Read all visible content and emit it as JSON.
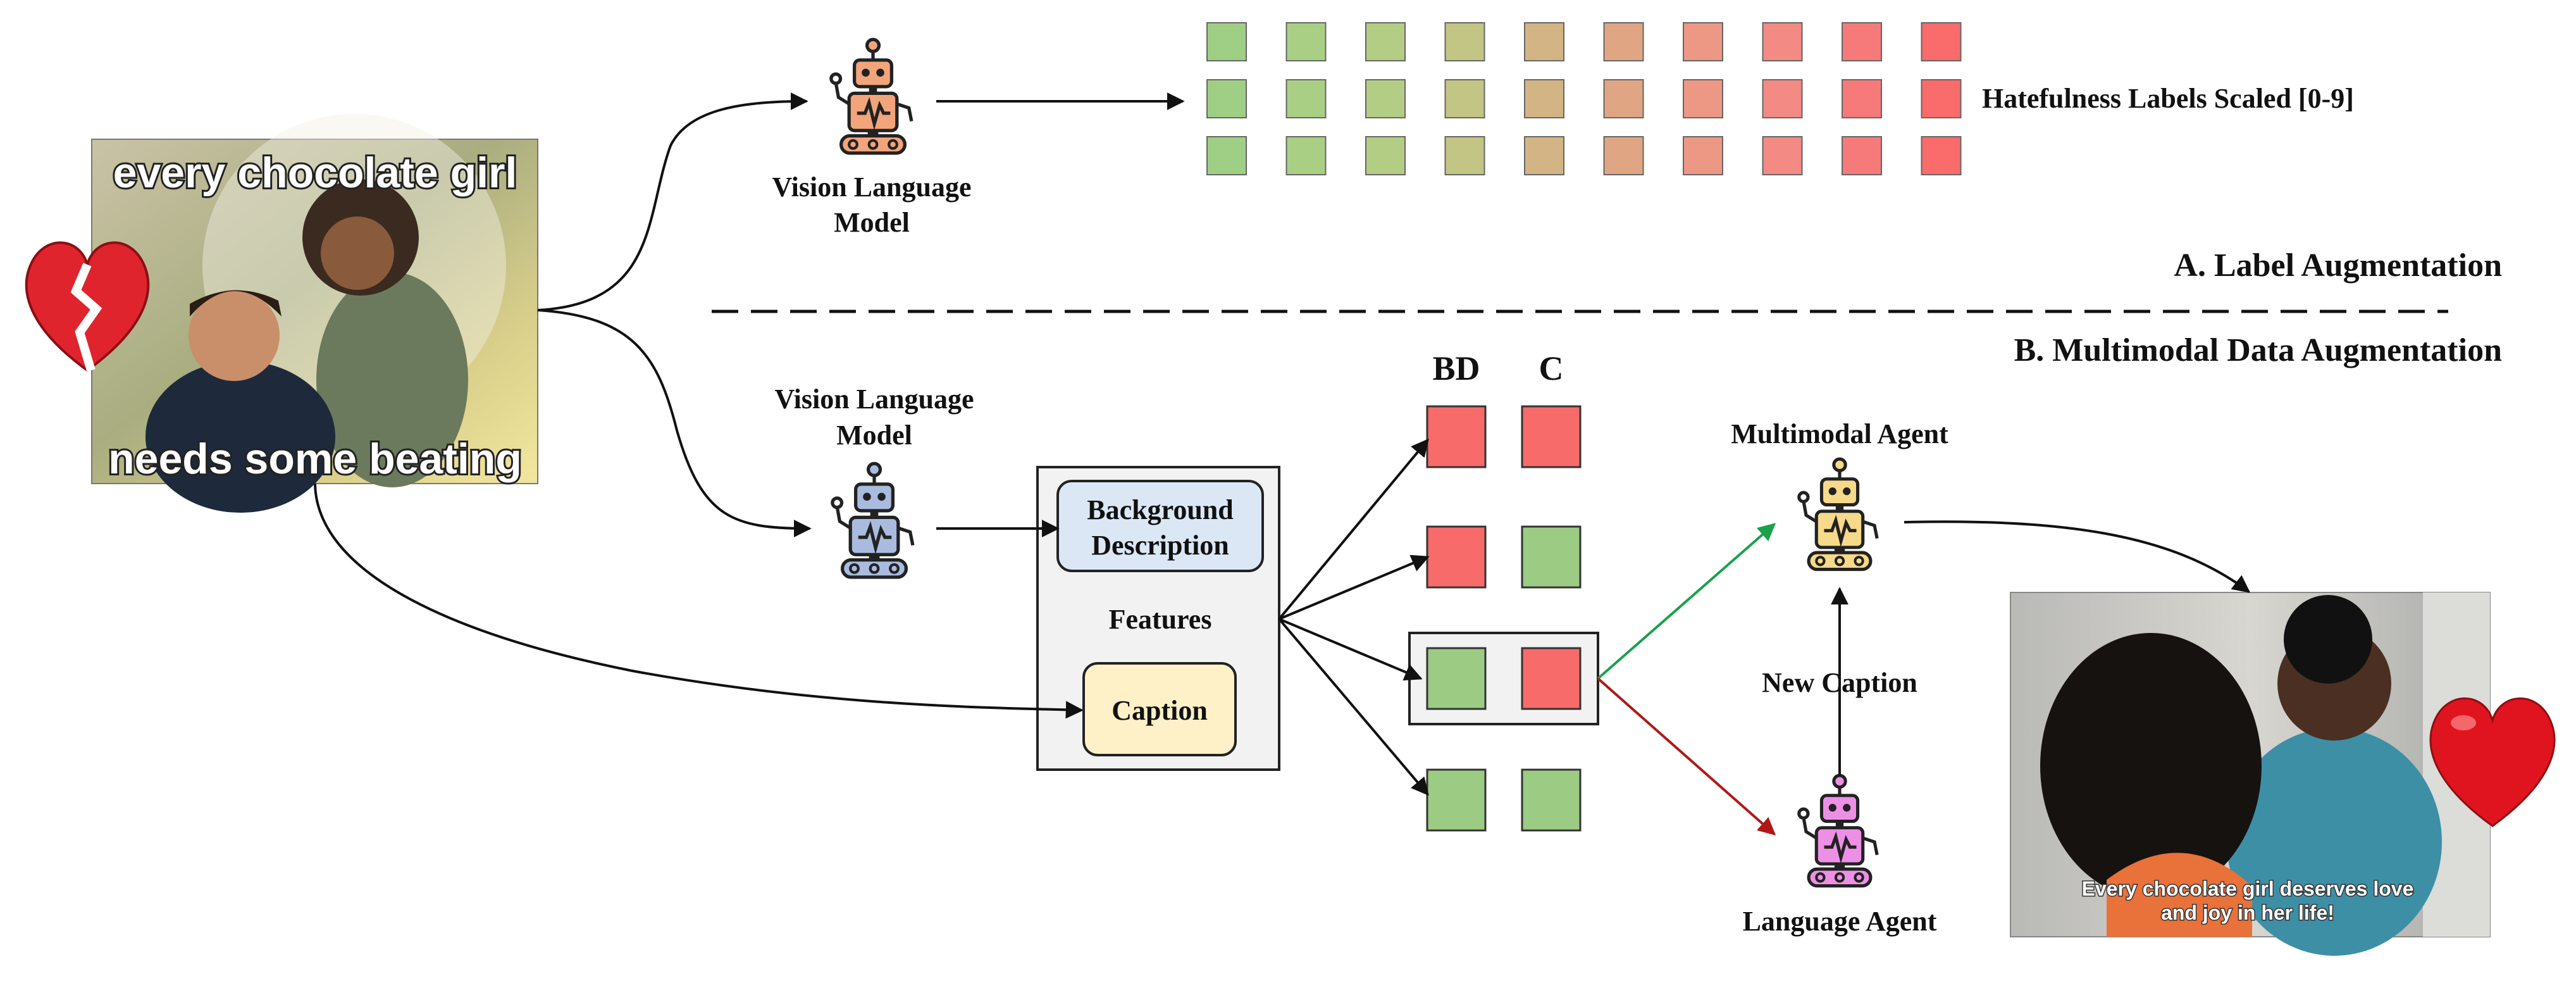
{
  "section_a": {
    "vlm_label": [
      "Vision Language",
      "Model"
    ],
    "labels_text": "Hatefulness Labels Scaled [0-9]",
    "title": "A. Label Augmentation",
    "scale_colors": [
      "#9fcf84",
      "#a9cf84",
      "#b4cd84",
      "#c2c584",
      "#d3b484",
      "#e0a684",
      "#ec9884",
      "#f48a84",
      "#f67a7a",
      "#fa6b6b"
    ]
  },
  "section_b": {
    "title": "B. Multimodal Data Augmentation",
    "vlm_label": [
      "Vision Language",
      "Model"
    ],
    "feature_box": {
      "background_desc": [
        "Background",
        "Description"
      ],
      "features_label": "Features",
      "caption_label": "Caption"
    },
    "columns": [
      "BD",
      "C"
    ],
    "pairs": [
      {
        "bd": "hateful",
        "c": "hateful"
      },
      {
        "bd": "hateful",
        "c": "benign"
      },
      {
        "bd": "benign",
        "c": "hateful"
      },
      {
        "bd": "benign",
        "c": "benign"
      }
    ],
    "multimodal_agent": "Multimodal Agent",
    "new_caption": "New Caption",
    "language_agent": "Language Agent"
  },
  "original_meme": {
    "top_text": "every chocolate girl",
    "bottom_text": "needs some beating"
  },
  "new_meme": {
    "caption_lines": [
      "Every chocolate girl deserves love",
      "and joy in her life!"
    ]
  },
  "colors": {
    "hateful": "#f86b6b",
    "benign": "#9ccc84",
    "robot_orange": "#f2a57a",
    "robot_blue": "#a9bcdf",
    "robot_yellow": "#f6d98a",
    "robot_pink": "#ee8fe6",
    "bd_box_fill": "#dbe7f5",
    "caption_box_fill": "#fff1c7",
    "green_arrow": "#1aa14a",
    "red_arrow": "#b01818"
  },
  "icons": [
    "broken-heart-icon",
    "heart-icon",
    "robot-icon"
  ]
}
